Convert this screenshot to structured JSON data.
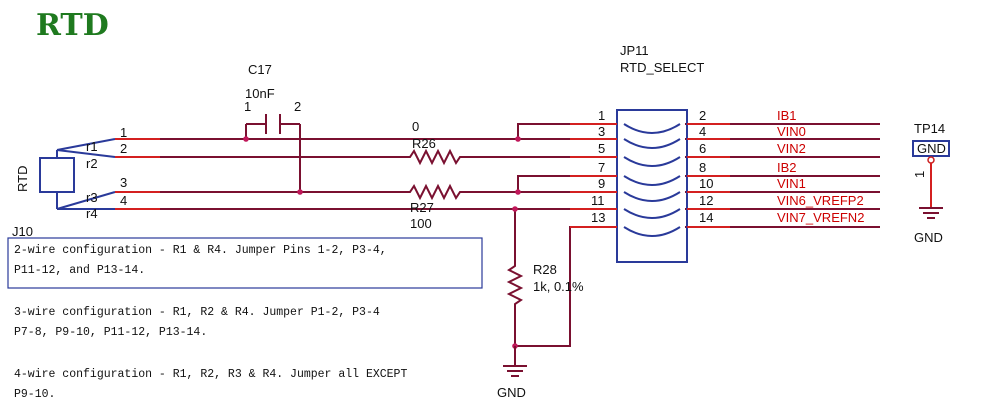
{
  "title": "RTD",
  "j10": {
    "ref": "J10",
    "label": "RTD",
    "pins": [
      "r1",
      "r2",
      "r3",
      "r4"
    ],
    "pin_numbers": [
      "1",
      "2",
      "3",
      "4"
    ]
  },
  "c17": {
    "ref": "C17",
    "value": "10nF",
    "pin1": "1",
    "pin2": "2"
  },
  "r26": {
    "ref": "R26",
    "value": "0"
  },
  "r27": {
    "ref": "R27",
    "value": "100"
  },
  "r28": {
    "ref": "R28",
    "value": "1k, 0.1%"
  },
  "jp11": {
    "ref": "JP11",
    "name": "RTD_SELECT",
    "left_pins": [
      "1",
      "3",
      "5",
      "7",
      "9",
      "11",
      "13"
    ],
    "right_pins": [
      "2",
      "4",
      "6",
      "8",
      "10",
      "12",
      "14"
    ],
    "nets": [
      "IB1",
      "VIN0",
      "VIN2",
      "IB2",
      "VIN1",
      "VIN6_VREFP2",
      "VIN7_VREFN2"
    ]
  },
  "tp14": {
    "ref": "TP14",
    "label": "GND",
    "pin": "1",
    "gnd": "GND"
  },
  "gnd_bottom": "GND",
  "notes": [
    {
      "line1": "2-wire configuration - R1 & R4. Jumper Pins 1-2, P3-4,",
      "line2": "P11-12, and P13-14."
    },
    {
      "line1": "3-wire configuration - R1, R2 & R4. Jumper P1-2, P3-4",
      "line2": "P7-8, P9-10, P11-12, P13-14."
    },
    {
      "line1": "4-wire configuration - R1, R2, R3 & R4. Jumper all EXCEPT",
      "line2": "P9-10."
    }
  ],
  "colors": {
    "title": "#1f7a1f",
    "wire": "#7a1030",
    "net_label": "#cc0000",
    "component": "#2a3a9a"
  }
}
